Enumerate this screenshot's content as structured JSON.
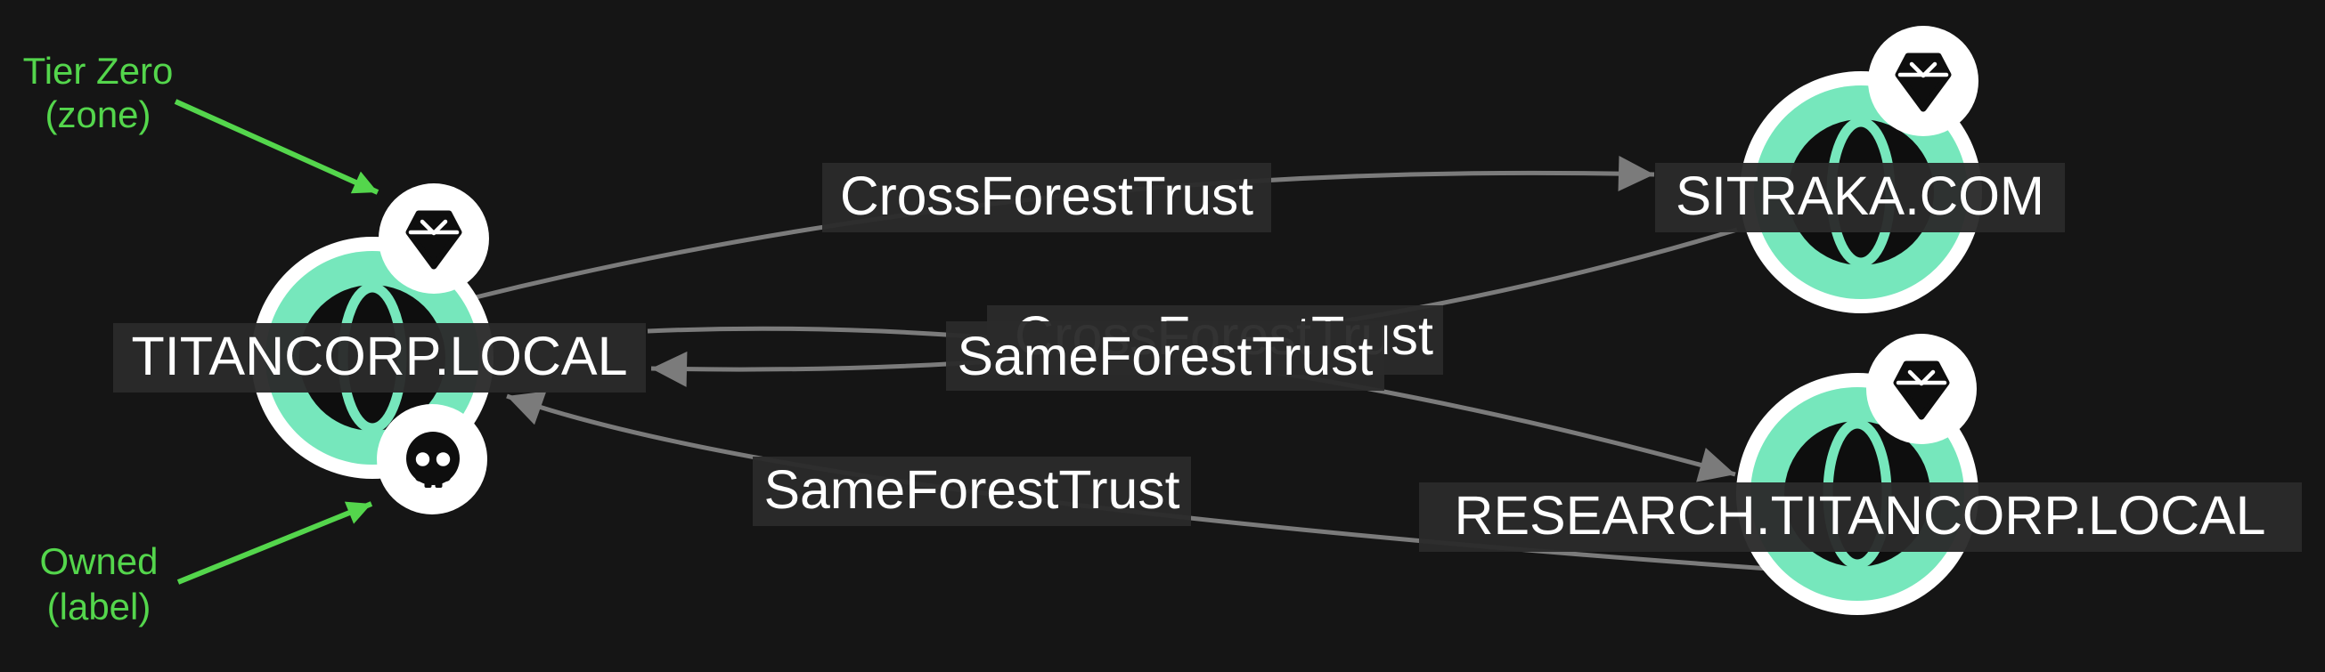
{
  "canvas": {
    "kind": "graph-view",
    "background": "#151515"
  },
  "colors": {
    "background": "#151515",
    "node_fill": "#76E7BC",
    "node_ring": "#FFFFFF",
    "icon_color": "#0E0E0E",
    "label_background": "#2B2B2B",
    "label_text": "#FFFFFF",
    "edge_color": "#7B7B7B",
    "annotation_green": "#54D64C"
  },
  "nodes": {
    "titancorp": {
      "label": "TITANCORP.LOCAL",
      "type": "domain",
      "icon": "globe-icon",
      "tier_zero": true,
      "owned": true,
      "badges": [
        "gem-icon",
        "skull-icon"
      ]
    },
    "sitraka": {
      "label": "SITRAKA.COM",
      "type": "domain",
      "icon": "globe-icon",
      "tier_zero": true,
      "owned": false,
      "badges": [
        "gem-icon"
      ]
    },
    "research": {
      "label": "RESEARCH.TITANCORP.LOCAL",
      "type": "domain",
      "icon": "globe-icon",
      "tier_zero": true,
      "owned": false,
      "badges": [
        "gem-icon"
      ]
    }
  },
  "edges": {
    "titancorp_to_sitraka": {
      "label": "CrossForestTrust",
      "from": "TITANCORP.LOCAL",
      "to": "SITRAKA.COM"
    },
    "sitraka_to_titancorp": {
      "label": "CrossForestTrust",
      "from": "SITRAKA.COM",
      "to": "TITANCORP.LOCAL",
      "note": "label mostly occluded behind SameForestTrust label; only letter tops and trailing 'st' visible"
    },
    "titancorp_to_research": {
      "label": "SameForestTrust",
      "from": "TITANCORP.LOCAL",
      "to": "RESEARCH.TITANCORP.LOCAL"
    },
    "research_to_titancorp": {
      "label": "SameForestTrust",
      "from": "RESEARCH.TITANCORP.LOCAL",
      "to": "TITANCORP.LOCAL"
    }
  },
  "annotations": {
    "tier_zero": {
      "line1": "Tier Zero",
      "line2": "(zone)",
      "points_at": "gem badge on TITANCORP.LOCAL"
    },
    "owned": {
      "line1": "Owned",
      "line2": "(label)",
      "points_at": "skull badge on TITANCORP.LOCAL"
    }
  }
}
